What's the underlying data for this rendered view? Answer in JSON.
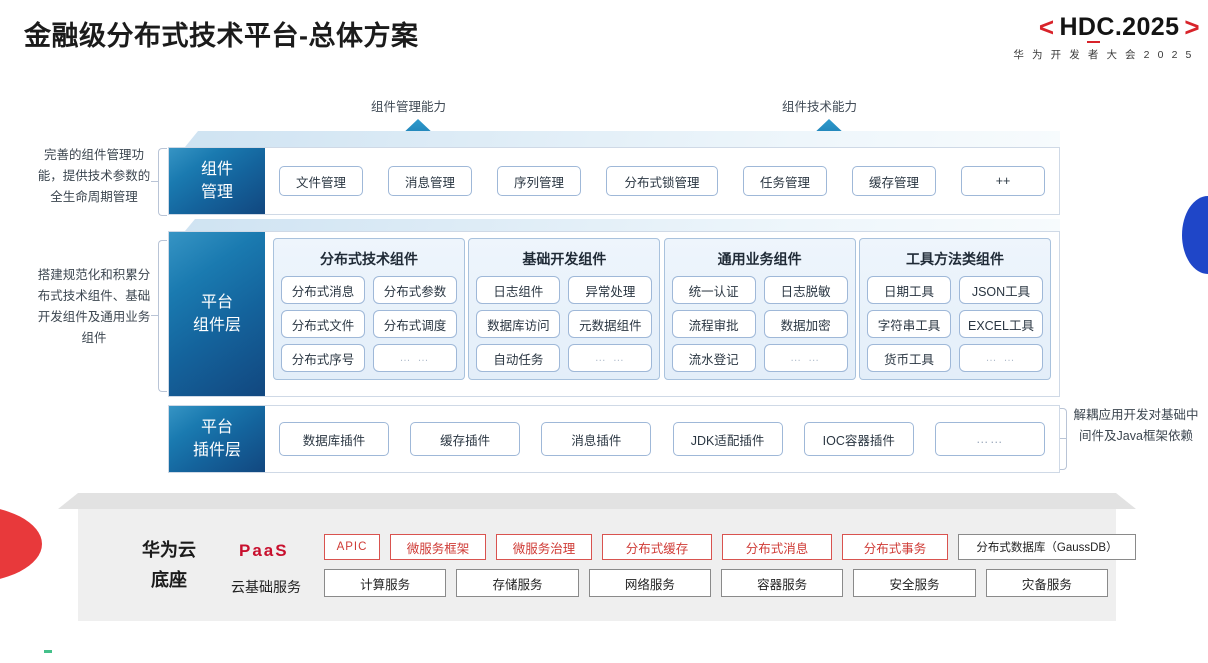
{
  "header": {
    "title": "金融级分布式技术平台-总体方案",
    "logo_bracket_left": "<",
    "logo_bracket_right": ">",
    "logo_text": "HDC.2025",
    "logo_subtitle": "华 为 开 发 者 大 会 2 0 2 5"
  },
  "arrows": [
    {
      "label": "组件管理能力",
      "name": "component-management-capability"
    },
    {
      "label": "组件技术能力",
      "name": "component-technology-capability"
    }
  ],
  "side_notes": {
    "left_top": "完善的组件管理功能，提供技术参数的全生命周期管理",
    "left_bottom": "搭建规范化和积累分布式技术组件、基础开发组件及通用业务组件",
    "right": "解耦应用开发对基础中间件及Java框架依赖"
  },
  "layers": {
    "component_management": {
      "sidebar": "组件\n管理",
      "sidebar_line1": "组件",
      "sidebar_line2": "管理",
      "items": [
        "文件管理",
        "消息管理",
        "序列管理",
        "分布式锁管理",
        "任务管理",
        "缓存管理",
        "++"
      ]
    },
    "platform_component": {
      "sidebar_line1": "平台",
      "sidebar_line2": "组件层",
      "columns": [
        {
          "title": "分布式技术组件",
          "cells": [
            "分布式消息",
            "分布式参数",
            "分布式文件",
            "分布式调度",
            "分布式序号",
            "… …"
          ]
        },
        {
          "title": "基础开发组件",
          "cells": [
            "日志组件",
            "异常处理",
            "数据库访问",
            "元数据组件",
            "自动任务",
            "… …"
          ]
        },
        {
          "title": "通用业务组件",
          "cells": [
            "统一认证",
            "日志脱敏",
            "流程审批",
            "数据加密",
            "流水登记",
            "… …"
          ]
        },
        {
          "title": "工具方法类组件",
          "cells": [
            "日期工具",
            "JSON工具",
            "字符串工具",
            "EXCEL工具",
            "货币工具",
            "… …"
          ]
        }
      ]
    },
    "platform_plugin": {
      "sidebar_line1": "平台",
      "sidebar_line2": "插件层",
      "items": [
        "数据库插件",
        "缓存插件",
        "消息插件",
        "JDK适配插件",
        "IOC容器插件",
        "……"
      ]
    }
  },
  "base": {
    "label_line1": "华为云",
    "label_line2": "底座",
    "paas_word": "PaaS",
    "cloud_basic_word": "云基础服务",
    "paas_items": [
      "APIC",
      "微服务框架",
      "微服务治理",
      "分布式缓存",
      "分布式消息",
      "分布式事务"
    ],
    "paas_neutral_item": "分布式数据库（GaussDB）",
    "cloud_items": [
      "计算服务",
      "存储服务",
      "网络服务",
      "容器服务",
      "安全服务",
      "灾备服务"
    ]
  },
  "colors": {
    "accent_red": "#c8102e",
    "accent_blue": "#1a7ab0",
    "deep_blue": "#12477f",
    "petal_red": "#e8393b",
    "lens_blue": "#1f46c8"
  }
}
